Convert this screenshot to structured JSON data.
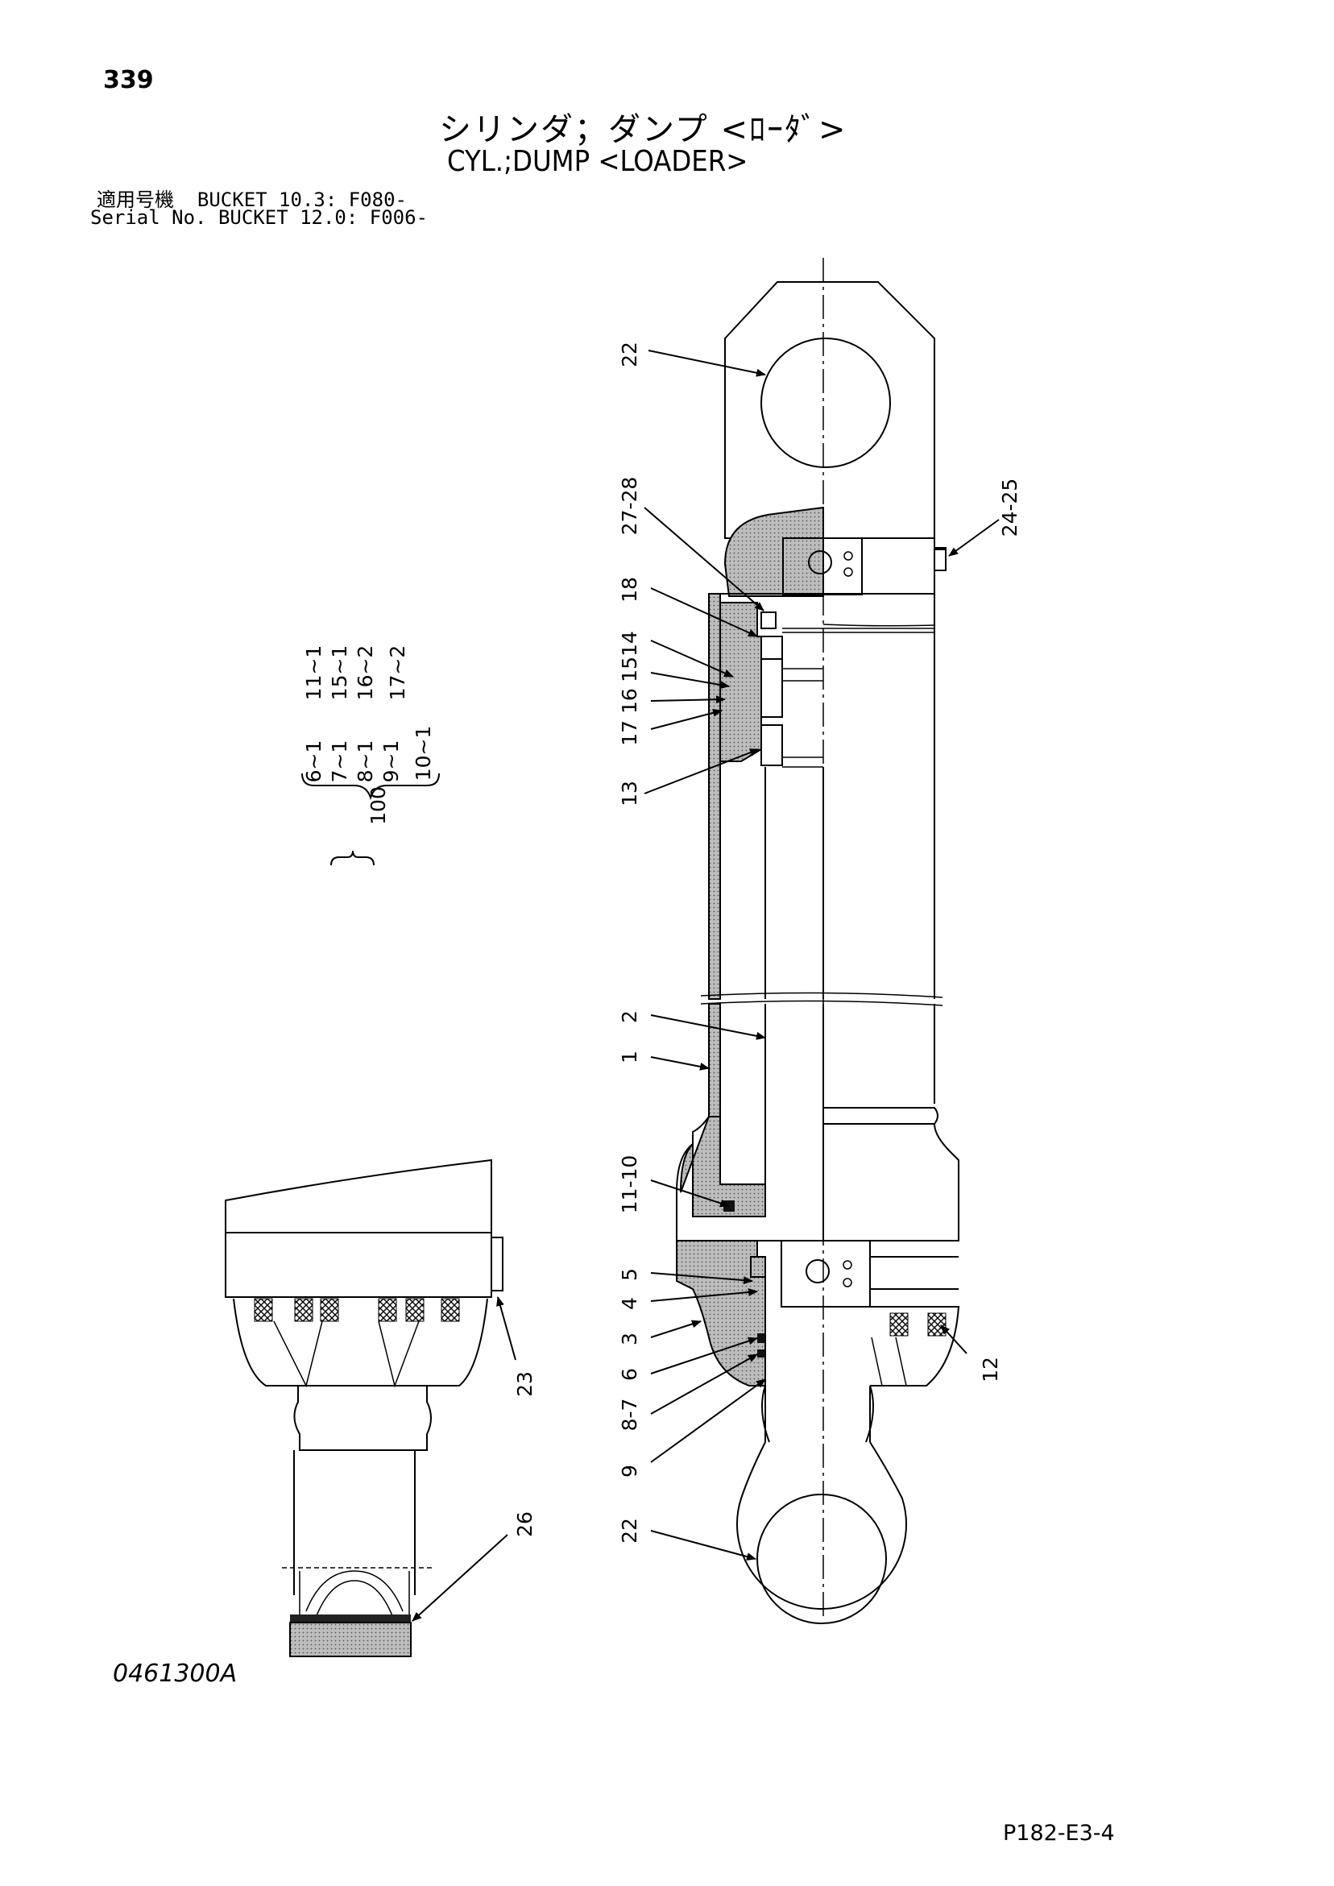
{
  "page_number": "339",
  "title_jp": "シリンダ；ダンプ <ﾛｰﾀﾞ>",
  "title_en": "CYL.;DUMP <LOADER>",
  "applicability": {
    "line1": "適用号機  BUCKET 10.3: F080-",
    "line2": "Serial No. BUCKET 12.0: F006-"
  },
  "kit": {
    "number": "100",
    "col1": [
      "6~1",
      "7~1",
      "8~1",
      "9~1",
      "10~1"
    ],
    "col2": [
      "11~1",
      "15~1",
      "16~2",
      "17~2"
    ]
  },
  "callouts": {
    "c22_top": "22",
    "c27_28": "27-28",
    "c24_25": "24-25",
    "c18": "18",
    "c1514": "1514",
    "c1716": "17 16",
    "c13": "13",
    "c2": "2",
    "c1": "1",
    "c11_10": "11-10",
    "c5": "5",
    "c4": "4",
    "c3": "3",
    "c6": "6",
    "c8_7": "8-7",
    "c9": "9",
    "c12": "12",
    "c22_bottom": "22",
    "c23": "23",
    "c26": "26"
  },
  "drawing_id": "0461300A",
  "page_ref": "P182-E3-4"
}
